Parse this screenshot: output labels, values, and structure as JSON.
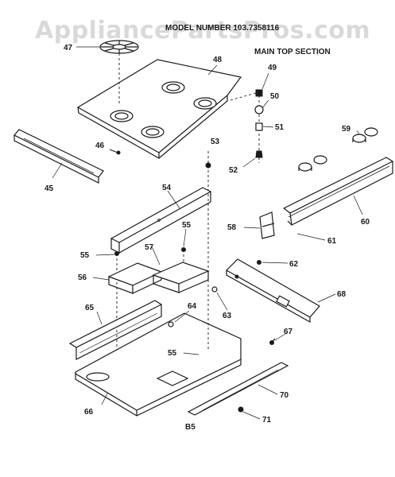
{
  "watermark": "AppliancePartsPros.com",
  "header": {
    "model_line": "MODEL NUMBER 103.7358116",
    "section_title": "MAIN TOP SECTION"
  },
  "footer": {
    "code": "B5"
  },
  "callouts": {
    "p45": "45",
    "p46": "46",
    "p47": "47",
    "p48": "48",
    "p49": "49",
    "p50": "50",
    "p51": "51",
    "p52": "52",
    "p53": "53",
    "p54": "54",
    "p55a": "55",
    "p55b": "55",
    "p55c": "55",
    "p56": "56",
    "p57": "57",
    "p58": "58",
    "p59": "59",
    "p60": "60",
    "p61": "61",
    "p62": "62",
    "p63": "63",
    "p64": "64",
    "p65": "65",
    "p66": "66",
    "p67": "67",
    "p68": "68",
    "p70": "70",
    "p71": "71"
  }
}
